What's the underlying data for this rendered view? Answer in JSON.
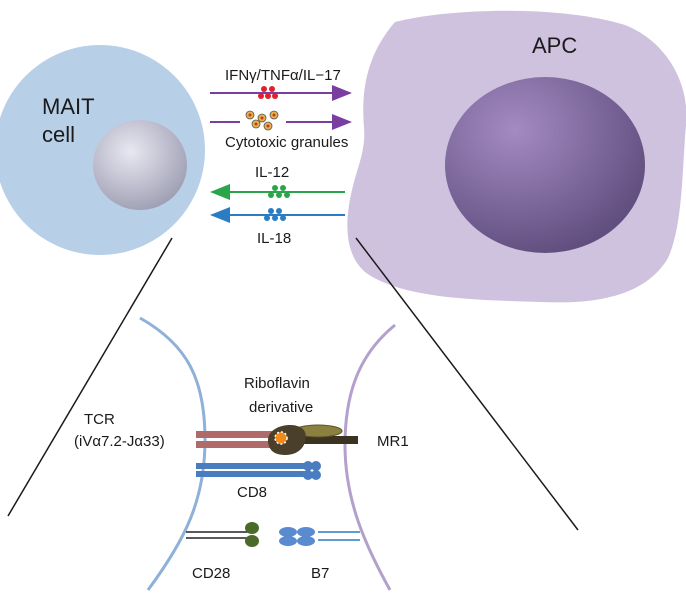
{
  "cells": {
    "mait_label_line1": "MAIT",
    "mait_label_line2": "cell",
    "apc_label": "APC"
  },
  "signals": {
    "to_apc": [
      {
        "label": "IFNγ/TNFα/IL−17",
        "color": "#e0202a"
      },
      {
        "label": "Cytotoxic  granules",
        "color": "#d49a2a"
      }
    ],
    "to_mait": [
      {
        "label": "IL-12",
        "color": "#2aa64a"
      },
      {
        "label": "IL-18",
        "color": "#2a7dc2"
      }
    ]
  },
  "synapse": {
    "tcr_line1": "TCR",
    "tcr_line2": "(iVα7.2-Jα33)",
    "ligand_line1": "Riboflavin",
    "ligand_line2": "derivative",
    "mr1": "MR1",
    "cd8": "CD8",
    "cd28": "CD28",
    "b7": "B7"
  },
  "colors": {
    "mait_cell": "#b8cfe8",
    "mait_nucleus": "#a9a9bd",
    "apc_cell": "#cfc2df",
    "apc_nucleus": "#7d6a9a",
    "arrow_to_apc": "#7a3ea0",
    "tcr": "#b06a6a",
    "cd8": "#4a7cc0",
    "mr1": "#4a3f2a",
    "cd28": "#4a6a2a",
    "b7": "#5a8ad0"
  }
}
